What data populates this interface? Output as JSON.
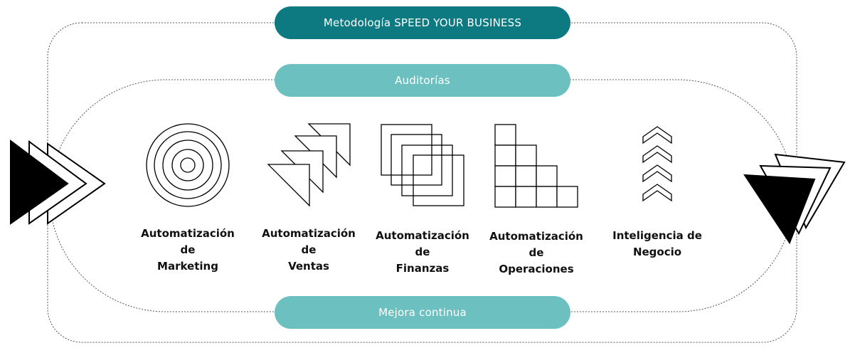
{
  "header": {
    "title": "Metodología SPEED YOUR BUSINESS"
  },
  "inner_loop": {
    "top_label": "Auditorías",
    "bottom_label": "Mejora continua"
  },
  "steps": [
    {
      "label": "Automatización\nde\nMarketing",
      "icon": "concentric-circles-icon"
    },
    {
      "label": "Automatización\nde\nVentas",
      "icon": "stacked-triangles-icon"
    },
    {
      "label": "Automatización\nde\nFinanzas",
      "icon": "stacked-squares-icon"
    },
    {
      "label": "Automatización\nde\nOperaciones",
      "icon": "staircase-grid-icon"
    },
    {
      "label": "Inteligencia de\nNegocio",
      "icon": "chevrons-up-icon"
    }
  ],
  "decorations": {
    "left": "entry-arrows-icon",
    "right": "exit-arrows-icon"
  },
  "colors": {
    "title_pill": "#0d7a82",
    "loop_pill": "#6cc0c0",
    "stroke": "#111111",
    "dashed_border": "#555555"
  }
}
